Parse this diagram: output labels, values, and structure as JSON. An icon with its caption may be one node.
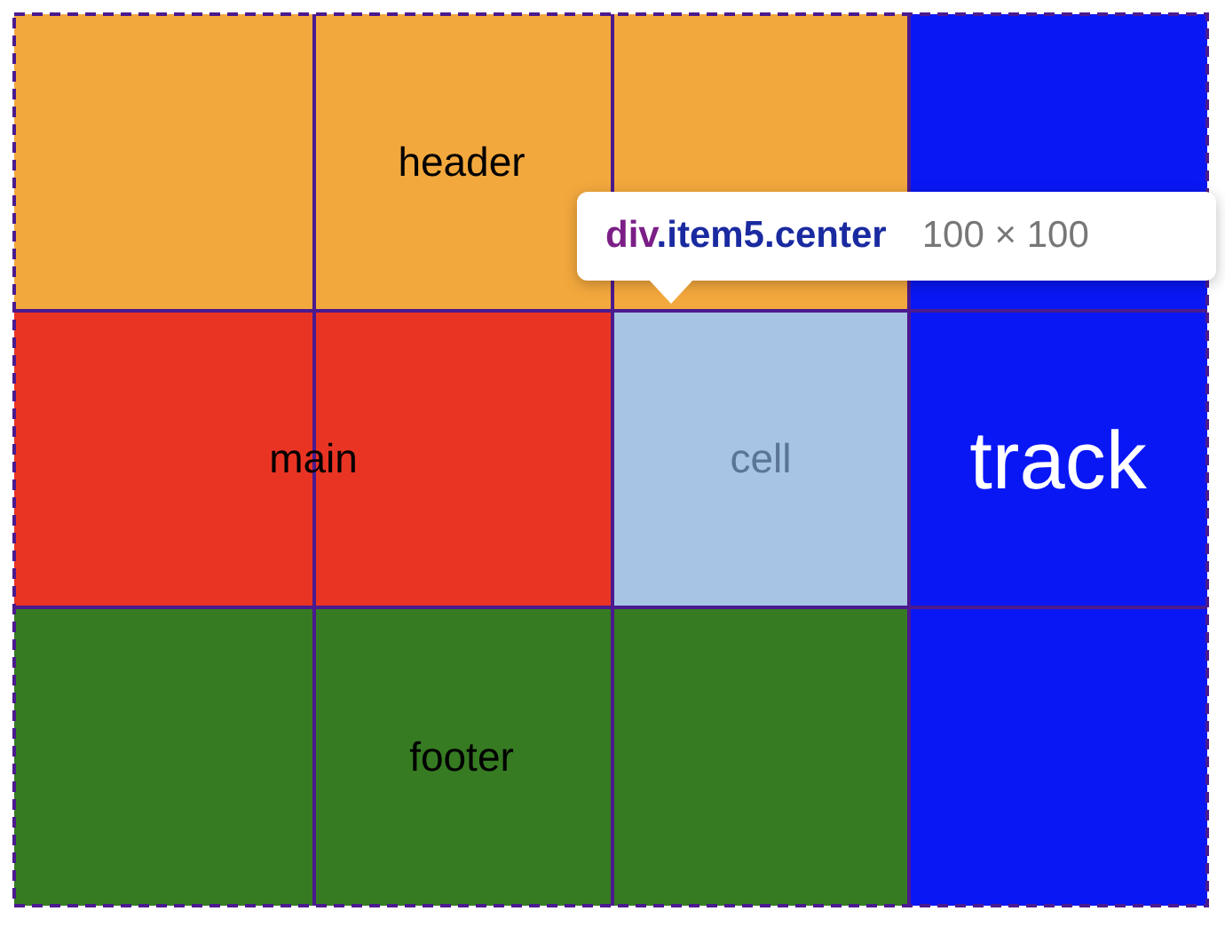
{
  "diagram": {
    "nodes": [
      {
        "text": [
          "header"
        ]
      },
      {
        "text": [
          "track"
        ]
      },
      {
        "text": [
          "main"
        ]
      },
      {
        "text": [
          "cell"
        ]
      },
      {
        "text": [
          "footer"
        ]
      },
      {
        "text": [
          "div.item5.center",
          "100 × 100"
        ]
      }
    ]
  }
}
